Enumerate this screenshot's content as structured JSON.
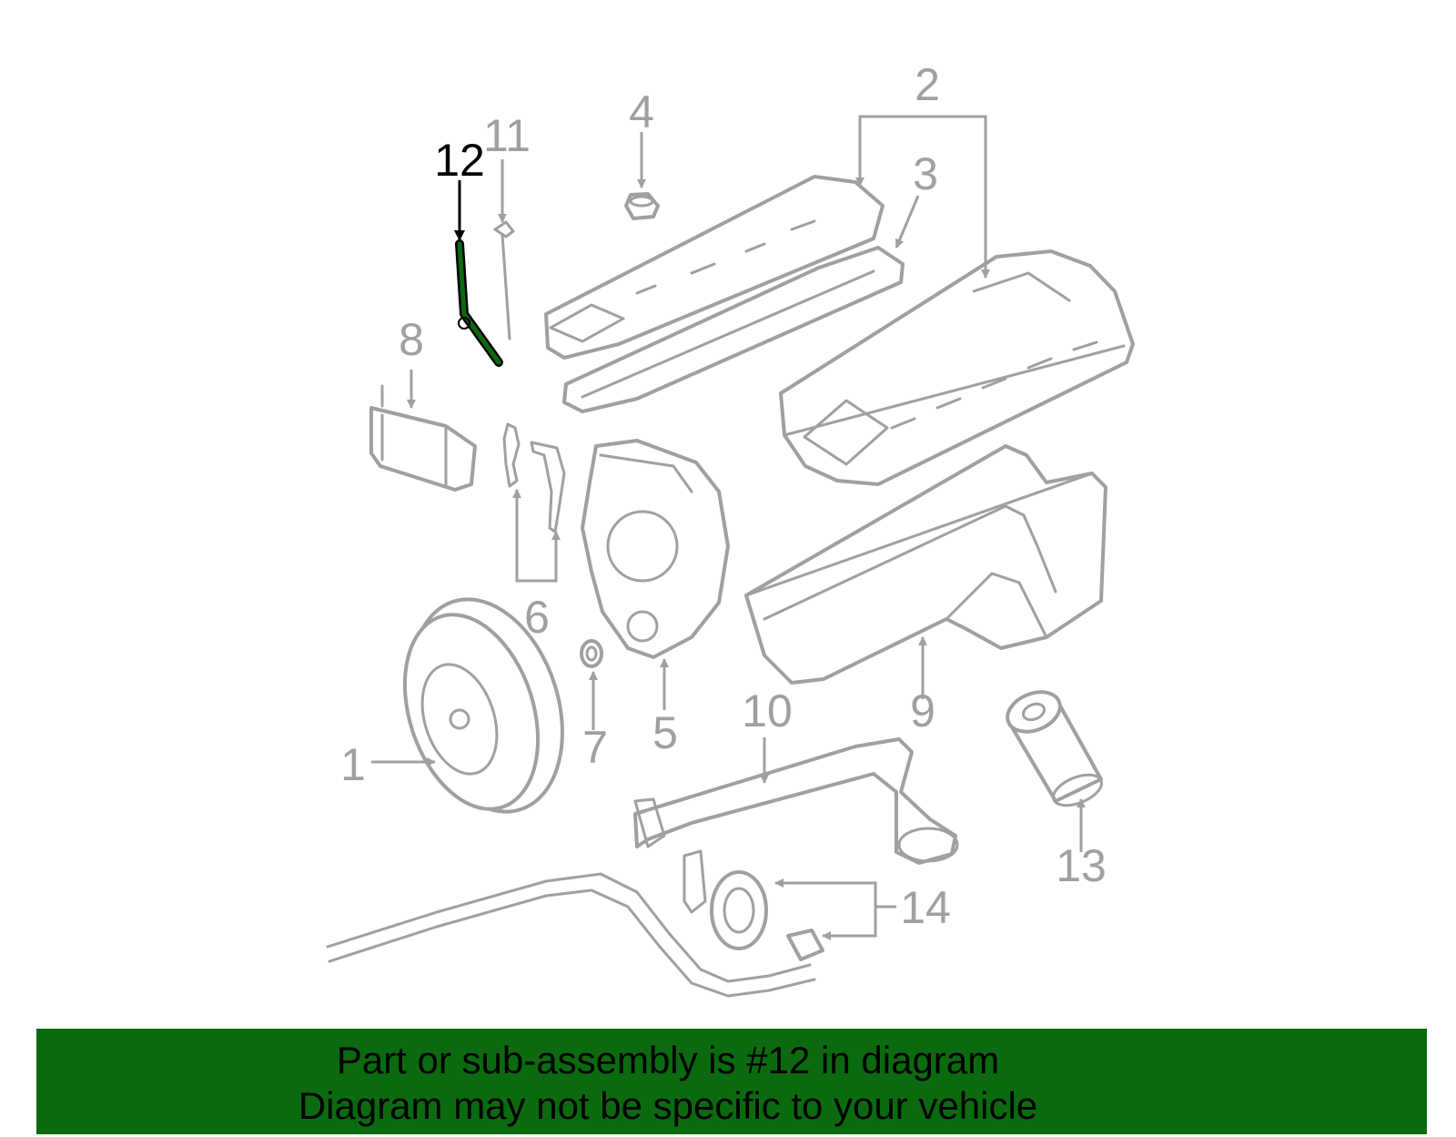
{
  "diagram": {
    "callouts": [
      "1",
      "2",
      "3",
      "4",
      "5",
      "6",
      "7",
      "8",
      "9",
      "10",
      "11",
      "12",
      "13",
      "14"
    ],
    "highlighted_callout": "12",
    "highlight_color": "#0b6a0f",
    "callout_color": "#a0a0a0",
    "active_callout_color": "#000000"
  },
  "banner": {
    "line1": "Part or sub-assembly is #12 in diagram",
    "line2": "Diagram may not be specific to your vehicle",
    "background": "#0b6a0f"
  }
}
